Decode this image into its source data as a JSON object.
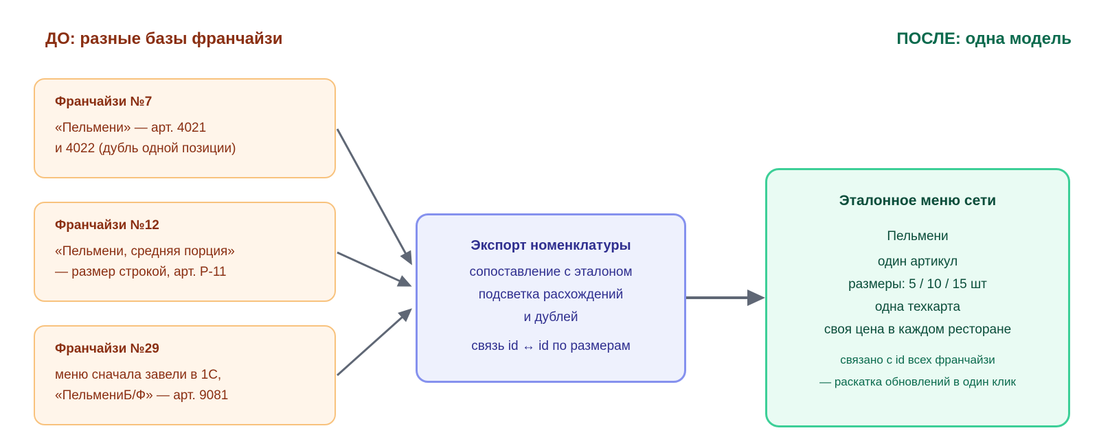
{
  "headings": {
    "before": "ДО: разные базы франчайзи",
    "after": "ПОСЛЕ: одна модель"
  },
  "sources": [
    {
      "title": "Франчайзи №7",
      "lines": [
        "«Пельмени» — арт. 4021",
        "и 4022 (дубль одной позиции)"
      ]
    },
    {
      "title": "Франчайзи №12",
      "lines": [
        "«Пельмени, средняя порция»",
        "— размер строкой, арт. Р-11"
      ]
    },
    {
      "title": "Франчайзи №29",
      "lines": [
        "меню сначала завели в 1С,",
        "«ПельмениБ/Ф» — арт. 9081"
      ]
    }
  ],
  "export": {
    "title": "Экспорт номенклатуры",
    "lines": [
      "сопоставление с эталоном",
      "подсветка расхождений",
      "и дублей"
    ],
    "link": "связь id ↔ id по размерам"
  },
  "result": {
    "title": "Эталонное меню сети",
    "lines": [
      "Пельмени",
      "один артикул",
      "размеры: 5 / 10 / 15 шт",
      "одна техкарта",
      "своя цена в каждом ресторане"
    ],
    "notes": [
      "связано с id всех франчайзи",
      "— раскатка обновлений в один клик"
    ]
  },
  "colors": {
    "source_fill": "#fff5ea",
    "source_border": "#f8c27d",
    "export_fill": "#eef1fd",
    "export_border": "#8591ee",
    "result_fill": "#e9fbf3",
    "result_border": "#3ccf97",
    "arrow": "#5f6775"
  }
}
